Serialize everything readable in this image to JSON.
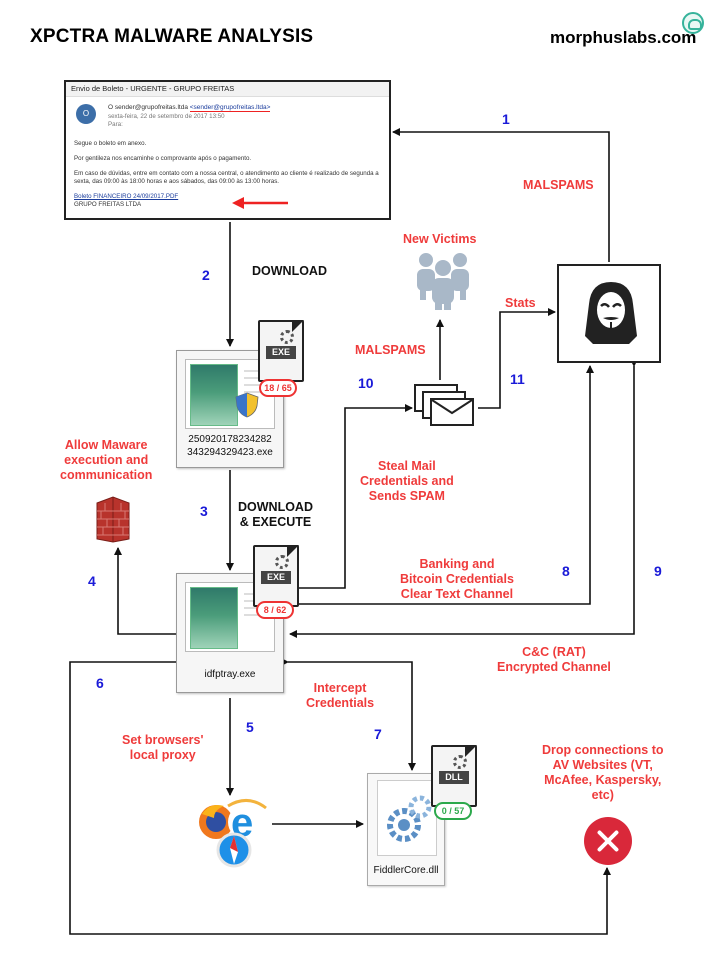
{
  "header": {
    "title": "XPCTRA MALWARE ANALYSIS",
    "brand": "morphuslabs.com"
  },
  "email": {
    "subject": "Envio de Boleto - URGENTE - GRUPO FREITAS",
    "avatar_letter": "O",
    "from_name": "O sender@grupofreitas.ltda",
    "from_addr": "<sender@grupofreitas.ltda>",
    "date": "sexta-feira, 22 de setembro de 2017 13:50",
    "to": "Para:",
    "line1": "Segue o boleto em anexo.",
    "line2": "Por gentileza nos encaminhe o comprovante após o pagamento.",
    "line3": "Em caso de dúvidas, entre em contato com a nossa central, o atendimento ao cliente é realizado de segunda a sexta, das 09:00 às 18:00 horas e aos sábados, das 09:00 às 13:00 horas.",
    "link": "Boleto FINANCEIRO 24/09/2017.PDF",
    "signature": "GRUPO FREITAS LTDA"
  },
  "nodes": {
    "exe1_name": "250920178234282 343294329423.exe",
    "exe1_tag": "EXE",
    "exe1_detection": "18 / 65",
    "exe2_name": "idfptray.exe",
    "exe2_tag": "EXE",
    "exe2_detection": "8 / 62",
    "dll_name": "FiddlerCore.dll",
    "dll_tag": "DLL",
    "dll_detection": "0 / 57"
  },
  "labels": {
    "malspams_top": "MALSPAMS",
    "new_victims": "New Victims",
    "stats": "Stats",
    "malspams_mid": "MALSPAMS",
    "download": "DOWNLOAD",
    "download_execute": "DOWNLOAD\n& EXECUTE",
    "allow_malware": "Allow Maware\nexecution and\ncommunication",
    "steal_mail": "Steal Mail\nCredentials and\nSends SPAM",
    "banking": "Banking and\nBitcoin Credentials\nClear Text Channel",
    "cnc": "C&C (RAT)\nEncrypted Channel",
    "intercept": "Intercept\nCredentials",
    "set_proxy": "Set browsers'\nlocal proxy",
    "drop_conn": "Drop connections to\nAV Websites (VT,\nMcAfee, Kaspersky,\netc)"
  },
  "steps": {
    "s1": "1",
    "s2": "2",
    "s3": "3",
    "s4": "4",
    "s5": "5",
    "s6": "6",
    "s7": "7",
    "s8": "8",
    "s9": "9",
    "s10": "10",
    "s11": "11"
  },
  "colors": {
    "label_red": "#ef3b3b",
    "step_blue": "#1a1ad8",
    "stop_red": "#d9283a",
    "detection_red": "#e33333",
    "detection_green": "#2ca94c"
  }
}
